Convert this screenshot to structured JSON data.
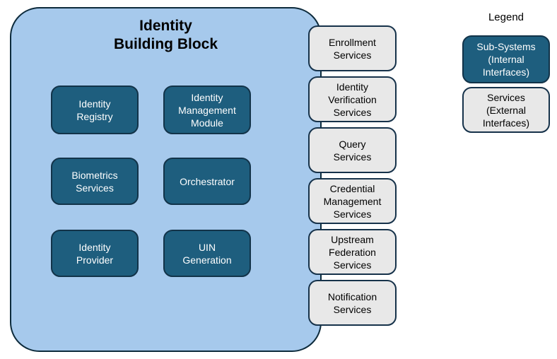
{
  "diagram": {
    "block": {
      "title": "Identity\nBuilding Block"
    },
    "subsystems": [
      {
        "label": "Identity\nRegistry"
      },
      {
        "label": "Identity\nManagement\nModule"
      },
      {
        "label": "Biometrics\nServices"
      },
      {
        "label": "Orchestrator"
      },
      {
        "label": "Identity\nProvider"
      },
      {
        "label": "UIN\nGeneration"
      }
    ],
    "services": [
      {
        "label": "Enrollment\nServices"
      },
      {
        "label": "Identity\nVerification\nServices"
      },
      {
        "label": "Query\nServices"
      },
      {
        "label": "Credential\nManagement\nServices"
      },
      {
        "label": "Upstream\nFederation\nServices"
      },
      {
        "label": "Notification\nServices"
      }
    ],
    "legend": {
      "title": "Legend",
      "items": [
        {
          "label": "Sub-Systems\n(Internal\nInterfaces)",
          "type": "subsystem"
        },
        {
          "label": "Services\n(External\nInterfaces)",
          "type": "service"
        }
      ]
    },
    "colors": {
      "block_fill": "#A6C9EC",
      "block_border": "#0D2B3C",
      "subsystem_fill": "#1E5E7E",
      "subsystem_border": "#123349",
      "subsystem_text": "#FFFFFF",
      "service_fill": "#E8E8E8",
      "service_border": "#16324A",
      "text": "#000000"
    }
  }
}
